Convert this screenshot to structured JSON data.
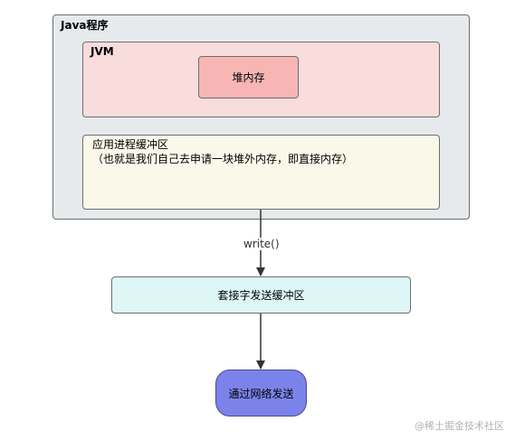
{
  "diagram": {
    "java_program": "Java程序",
    "jvm": "JVM",
    "heap_memory": "堆内存",
    "app_buffer": {
      "line1": "应用进程缓冲区",
      "line2": "（也就是我们自己去申请一块堆外内存，即直接内存）"
    },
    "edge_label": "write()",
    "socket_buffer": "套接字发送缓冲区",
    "network_send": "通过网络发送"
  },
  "watermark": "@稀土掘金技术社区",
  "colors": {
    "java_box": "#e6eaec",
    "jvm_box": "#f9dcdc",
    "heap_box": "#f7b6b4",
    "app_box": "#faf8e9",
    "socket_box": "#dff6f6",
    "network_box": "#7b83ea"
  }
}
